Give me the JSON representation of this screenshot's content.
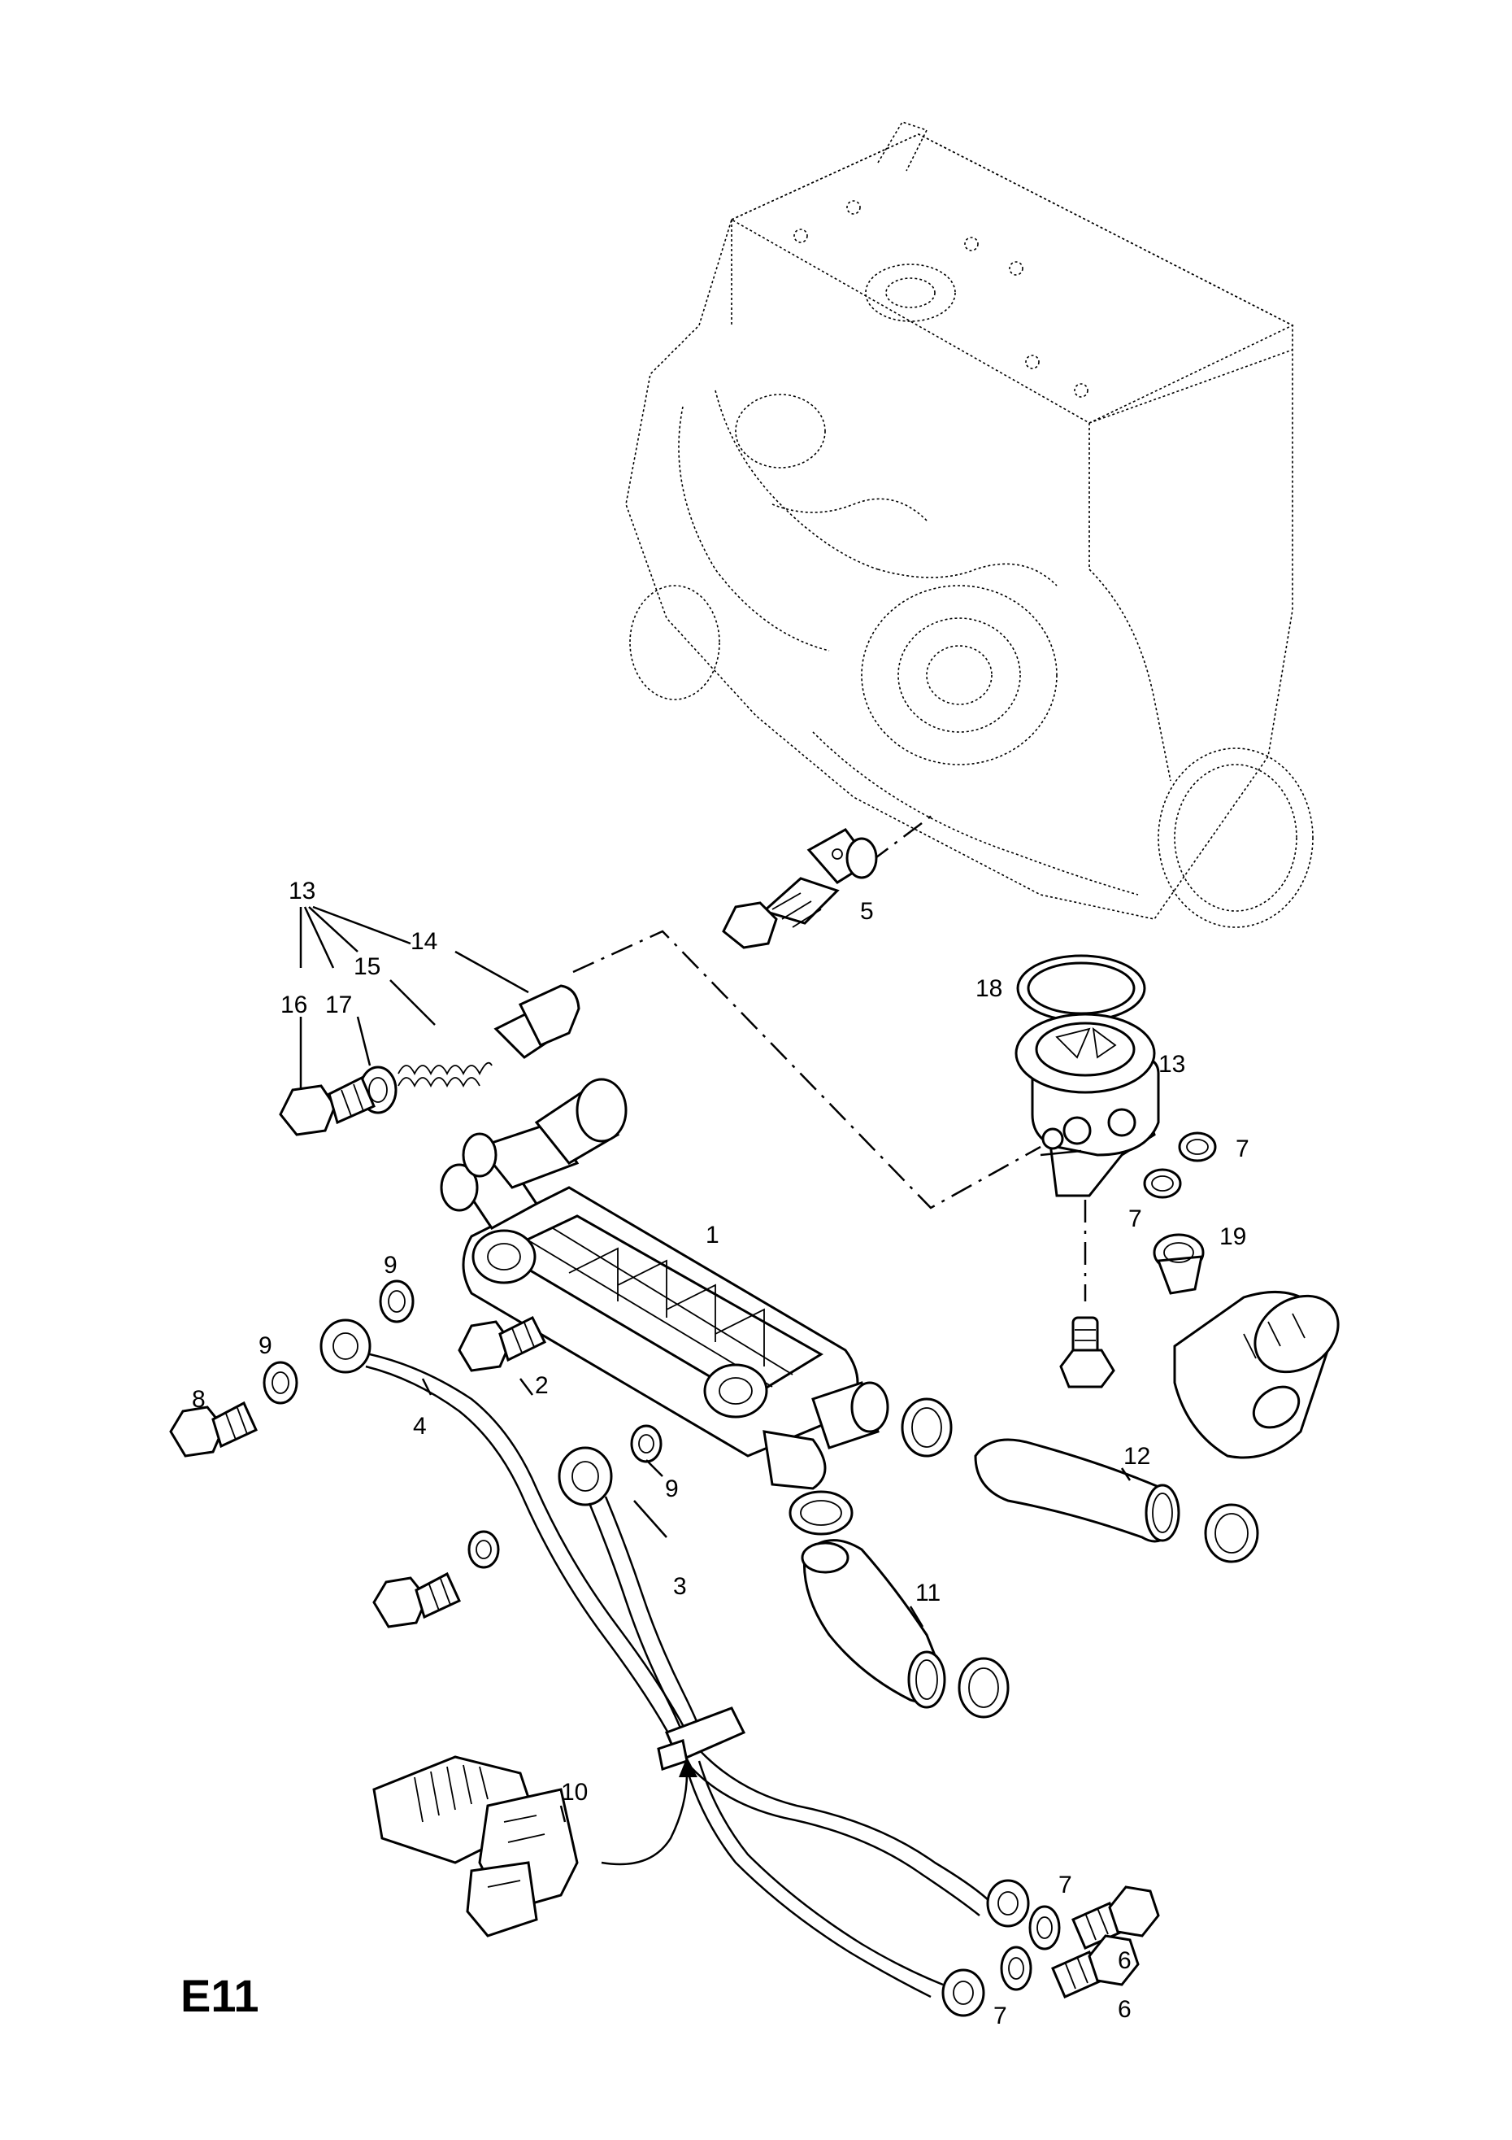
{
  "page_code": "E11",
  "callouts": {
    "c1": "1",
    "c2": "2",
    "c3": "3",
    "c4": "4",
    "c5": "5",
    "c6a": "6",
    "c6b": "6",
    "c7a": "7",
    "c7b": "7",
    "c7c": "7",
    "c7d": "7",
    "c8": "8",
    "c9a": "9",
    "c9b": "9",
    "c9c": "9",
    "c10": "10",
    "c11": "11",
    "c12": "12",
    "c13a": "13",
    "c13b": "13",
    "c14": "14",
    "c15": "15",
    "c16": "16",
    "c17": "17",
    "c18": "18",
    "c19": "19"
  }
}
